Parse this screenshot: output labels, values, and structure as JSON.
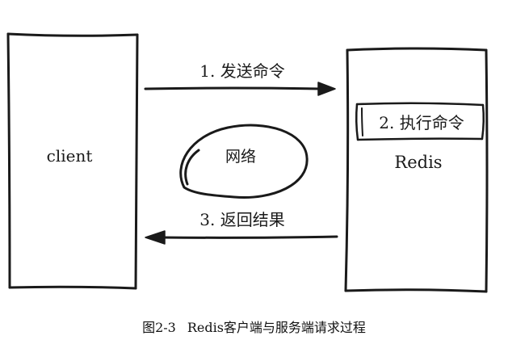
{
  "diagram": {
    "nodes": {
      "client": {
        "label": "client"
      },
      "redis": {
        "label": "Redis",
        "inner_step": "2. 执行命令"
      },
      "network": {
        "label": "网络"
      }
    },
    "edges": [
      {
        "from": "client",
        "to": "redis",
        "label": "1. 发送命令"
      },
      {
        "from": "redis",
        "to": "client",
        "label": "3. 返回结果"
      }
    ]
  },
  "caption": {
    "figure_no": "图2-3",
    "title": "Redis客户端与服务端请求过程"
  },
  "colors": {
    "ink": "#1a1a1a",
    "background": "#ffffff"
  }
}
